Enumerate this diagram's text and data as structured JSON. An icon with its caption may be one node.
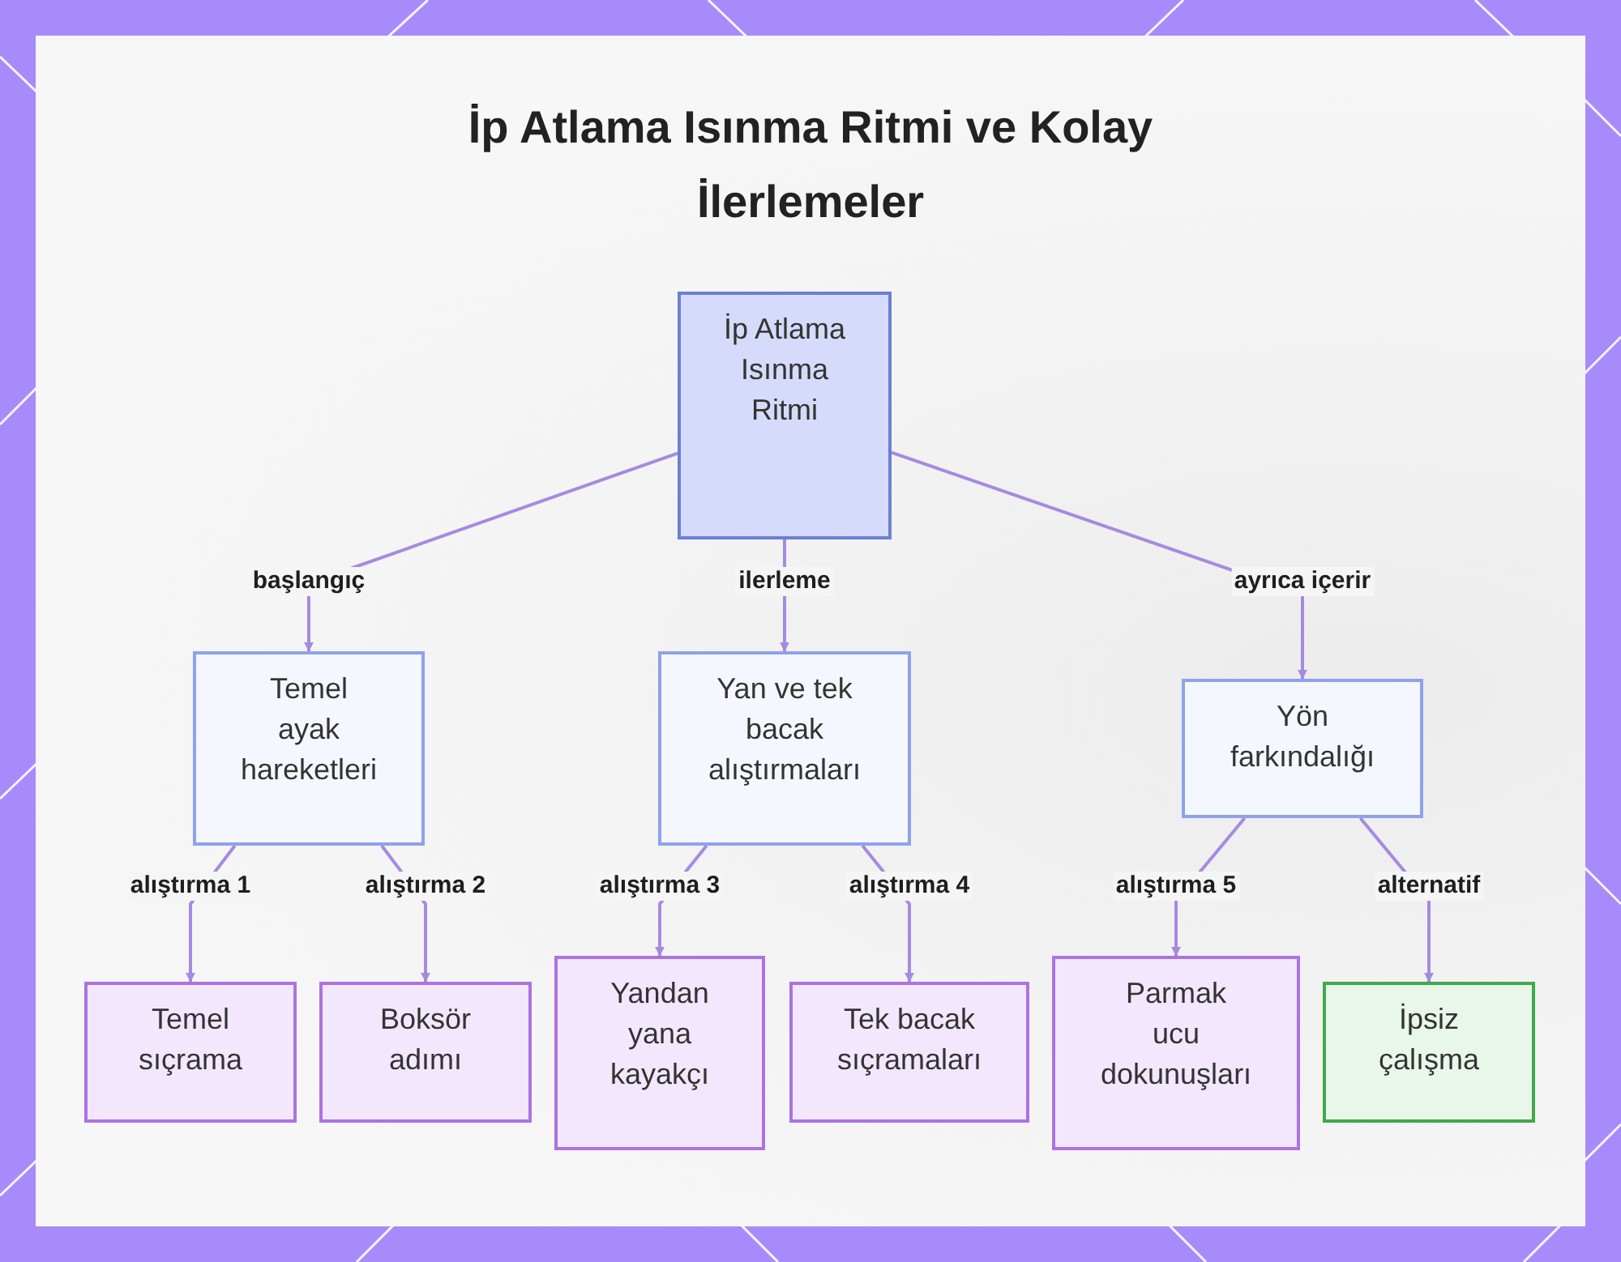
{
  "diagram": {
    "title": "İp Atlama Isınma Ritmi ve Kolay İlerlemeler",
    "nodes": [
      {
        "text": [
          "İp Atlama Isınma Ritmi"
        ]
      },
      {
        "text": [
          "Temel ayak hareketleri"
        ]
      },
      {
        "text": [
          "Yan ve tek bacak alıştırmaları"
        ]
      },
      {
        "text": [
          "Yön farkındalığı"
        ]
      },
      {
        "text": [
          "Temel sıçrama"
        ]
      },
      {
        "text": [
          "Boksör adımı"
        ]
      },
      {
        "text": [
          "Yandan yana kayakçı"
        ]
      },
      {
        "text": [
          "Tek bacak sıçramaları"
        ]
      },
      {
        "text": [
          "Parmak ucu dokunuşları"
        ]
      },
      {
        "text": [
          "İpsiz çalışma"
        ]
      }
    ],
    "edges": [
      {
        "from": 0,
        "to": 1,
        "label": "başlangıç",
        "arrow": "to"
      },
      {
        "from": 0,
        "to": 2,
        "label": "ilerleme",
        "arrow": "to"
      },
      {
        "from": 0,
        "to": 3,
        "label": "ayrıca içerir",
        "arrow": "to"
      },
      {
        "from": 1,
        "to": 4,
        "label": "alıştırma 1",
        "arrow": "to"
      },
      {
        "from": 1,
        "to": 5,
        "label": "alıştırma 2",
        "arrow": "to"
      },
      {
        "from": 2,
        "to": 6,
        "label": "alıştırma 3",
        "arrow": "to"
      },
      {
        "from": 2,
        "to": 7,
        "label": "alıştırma 4",
        "arrow": "to"
      },
      {
        "from": 3,
        "to": 8,
        "label": "alıştırma 5",
        "arrow": "to"
      },
      {
        "from": 3,
        "to": 9,
        "label": "alternatif",
        "arrow": "to"
      }
    ]
  }
}
